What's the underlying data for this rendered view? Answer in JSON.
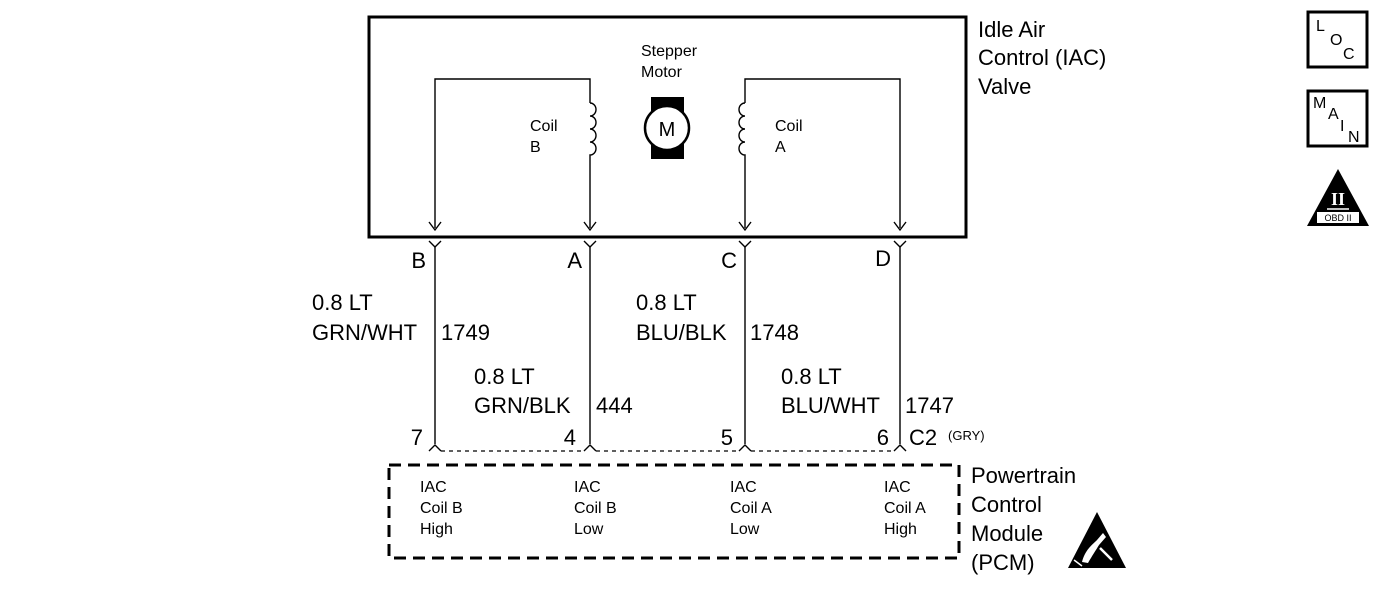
{
  "iac_valve": {
    "title_line1": "Idle Air",
    "title_line2": "Control (IAC)",
    "title_line3": "Valve",
    "motor_label_line1": "Stepper",
    "motor_label_line2": "Motor",
    "motor_symbol": "M",
    "coil_b_line1": "Coil",
    "coil_b_line2": "B",
    "coil_a_line1": "Coil",
    "coil_a_line2": "A"
  },
  "pins_top": [
    "B",
    "A",
    "C",
    "D"
  ],
  "wires": [
    {
      "size": "0.8 LT",
      "color": "GRN/WHT",
      "circuit": "1749"
    },
    {
      "size": "0.8 LT",
      "color": "GRN/BLK",
      "circuit": "444"
    },
    {
      "size": "0.8 LT",
      "color": "BLU/BLK",
      "circuit": "1748"
    },
    {
      "size": "0.8 LT",
      "color": "BLU/WHT",
      "circuit": "1747"
    }
  ],
  "pins_bottom": [
    "7",
    "4",
    "5",
    "6"
  ],
  "connector": {
    "id": "C2",
    "color": "(GRY)"
  },
  "pcm": {
    "title_line1": "Powertrain",
    "title_line2": "Control",
    "title_line3": "Module",
    "title_line4": "(PCM)",
    "terminals": [
      {
        "line1": "IAC",
        "line2": "Coil B",
        "line3": "High"
      },
      {
        "line1": "IAC",
        "line2": "Coil B",
        "line3": "Low"
      },
      {
        "line1": "IAC",
        "line2": "Coil A",
        "line3": "Low"
      },
      {
        "line1": "IAC",
        "line2": "Coil A",
        "line3": "High"
      }
    ]
  },
  "legend": {
    "loc": [
      "L",
      "O",
      "C"
    ],
    "main": [
      "M",
      "A",
      "I",
      "N"
    ],
    "obd_top": "II",
    "obd_bottom": "OBD II"
  }
}
